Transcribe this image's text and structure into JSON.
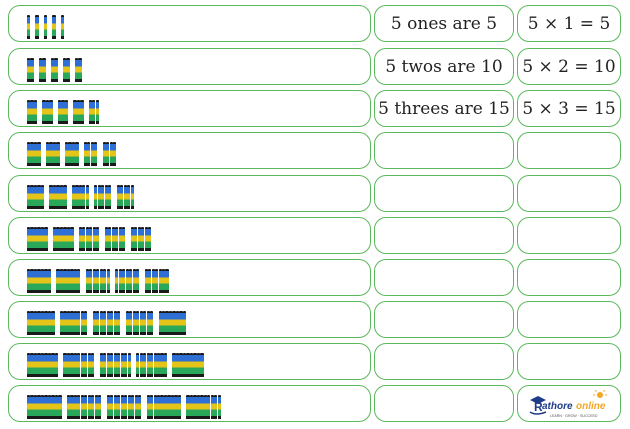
{
  "rows": [
    {
      "groups": 5,
      "per_group": 1,
      "phrase": "5 ones are 5",
      "equation": "5 × 1 = 5"
    },
    {
      "groups": 5,
      "per_group": 2,
      "phrase": "5 twos are 10",
      "equation": "5 × 2 = 10"
    },
    {
      "groups": 5,
      "per_group": 3,
      "phrase": "5 threes are 15",
      "equation": "5 × 3 = 15"
    },
    {
      "groups": 5,
      "per_group": 4,
      "phrase": "",
      "equation": ""
    },
    {
      "groups": 5,
      "per_group": 5,
      "phrase": "",
      "equation": ""
    },
    {
      "groups": 5,
      "per_group": 6,
      "phrase": "",
      "equation": ""
    },
    {
      "groups": 5,
      "per_group": 7,
      "phrase": "",
      "equation": ""
    },
    {
      "groups": 5,
      "per_group": 8,
      "phrase": "",
      "equation": ""
    },
    {
      "groups": 5,
      "per_group": 9,
      "phrase": "",
      "equation": ""
    },
    {
      "groups": 5,
      "per_group": 10,
      "phrase": "",
      "equation": ""
    }
  ],
  "logo": {
    "brand": "Rathore online",
    "tagline": "LEARN · GROW · SUCCEED"
  },
  "colors": {
    "border": "#5cb85c",
    "crayon_blue": "#2e6fd6",
    "crayon_yellow": "#e5c41a",
    "crayon_green": "#2aa85a"
  }
}
